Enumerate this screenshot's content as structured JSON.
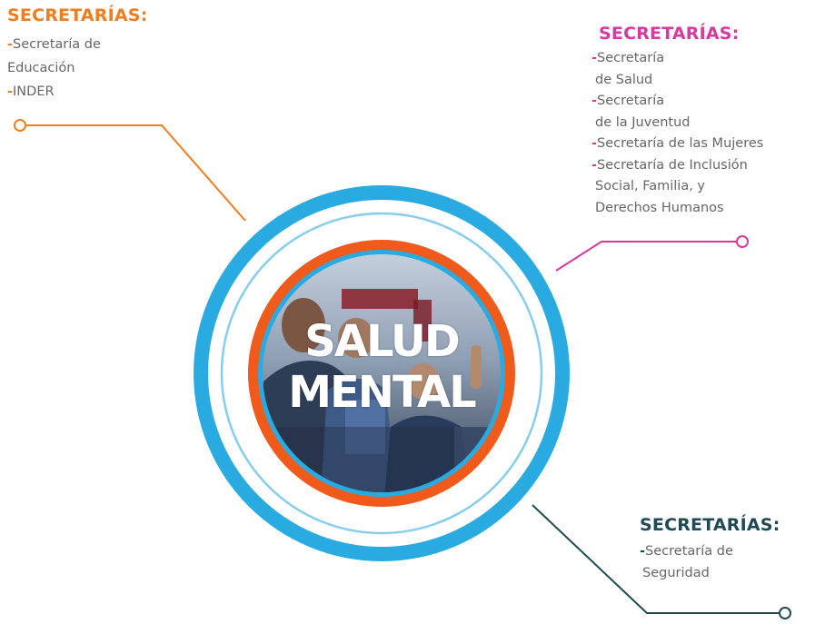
{
  "colors": {
    "orange": "#f07d1e",
    "magenta": "#d63a9f",
    "teal": "#1f4a55",
    "outer_ring": "#29abe2",
    "inner_orange": "#f05a1a",
    "inner_blue": "#29abe2"
  },
  "center": {
    "line1": "SALUD",
    "line2": "MENTAL",
    "photo": "family-photo"
  },
  "groups": [
    {
      "title": "SECRETARÍAS:",
      "items": [
        {
          "line1": "Secretaría de",
          "line2": "Educación"
        },
        {
          "line1": "INDER",
          "line2": ""
        }
      ]
    },
    {
      "title": "SECRETARÍAS:",
      "items": [
        {
          "line1": "Secretaría",
          "line2": "de Salud"
        },
        {
          "line1": "Secretaría",
          "line2": "de la Juventud"
        },
        {
          "line1": "Secretaría de las Mujeres",
          "line2": ""
        },
        {
          "line1": "Secretaría de Inclusión",
          "line2": "Social, Familia, y",
          "line3": "Derechos Humanos"
        }
      ]
    },
    {
      "title": "SECRETARÍAS:",
      "items": [
        {
          "line1": "Secretaría de",
          "line2": "Seguridad"
        }
      ]
    }
  ],
  "item_prefix": "-"
}
